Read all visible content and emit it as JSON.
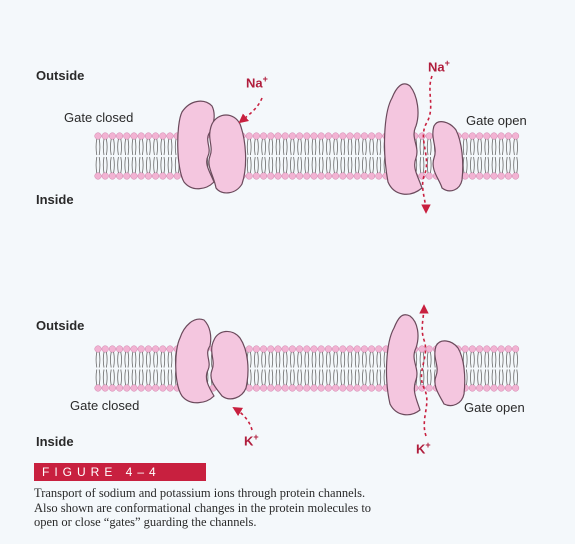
{
  "panel_top": {
    "outside_label": "Outside",
    "inside_label": "Inside",
    "gate_closed_label": "Gate closed",
    "gate_open_label": "Gate open",
    "ion_closed": {
      "symbol": "Na",
      "charge": "+"
    },
    "ion_open": {
      "symbol": "Na",
      "charge": "+"
    }
  },
  "panel_bottom": {
    "outside_label": "Outside",
    "inside_label": "Inside",
    "gate_closed_label": "Gate closed",
    "gate_open_label": "Gate open",
    "ion_closed": {
      "symbol": "K",
      "charge": "+"
    },
    "ion_open": {
      "symbol": "K",
      "charge": "+"
    }
  },
  "figure": {
    "label": "FIGURE 4–4",
    "caption_lines": [
      "Transport of sodium and potassium ions through protein channels.",
      "Also shown are conformational changes in the protein molecules to",
      "open or close “gates” guarding the channels."
    ]
  },
  "colors": {
    "background": "#f4f8fb",
    "protein_fill": "#f4c6df",
    "protein_stroke": "#6b4a5c",
    "lipid_head": "#f2b3d3",
    "ion_arrow": "#c8203f",
    "figure_banner": "#c8203f"
  }
}
